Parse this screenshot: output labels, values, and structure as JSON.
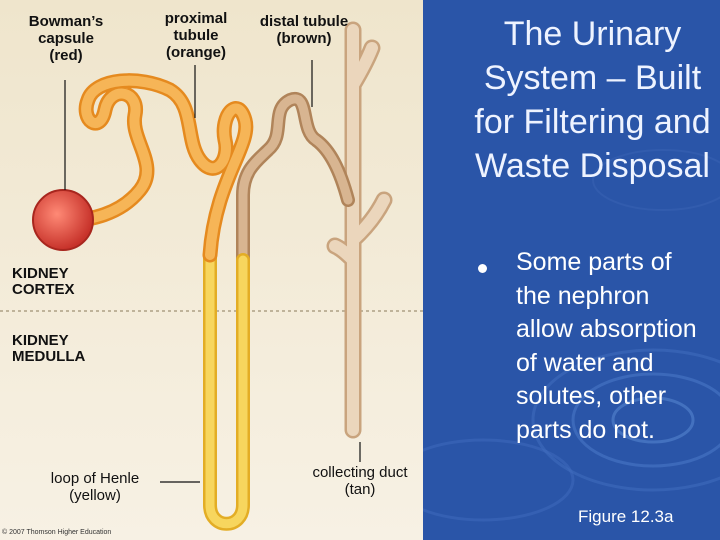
{
  "slide": {
    "title": "The Urinary System – Built for Filtering and Waste Disposal",
    "bullet": "Some parts of the nephron allow absorption of water and solutes, other parts do not.",
    "figure_caption": "Figure 12.3a"
  },
  "diagram": {
    "labels": {
      "bowmans_capsule": "Bowman’s capsule (red)",
      "proximal_tubule": "proximal tubule (orange)",
      "distal_tubule": "distal tubule (brown)",
      "kidney_cortex": "KIDNEY CORTEX",
      "kidney_medulla": "KIDNEY MEDULLA",
      "loop_of_henle": "loop of Henle (yellow)",
      "collecting_duct": "collecting duct (tan)"
    },
    "copyright": "© 2007 Thomson Higher Education",
    "colors": {
      "bowmans_capsule": "#d8443a",
      "proximal_tubule": "#f0a43c",
      "loop_of_henle": "#f2c640",
      "distal_tubule": "#c59a6e",
      "collecting_duct": "#ddc2a2",
      "panel_background": "#f3ebd8",
      "slide_background": "#2a55a8"
    }
  }
}
